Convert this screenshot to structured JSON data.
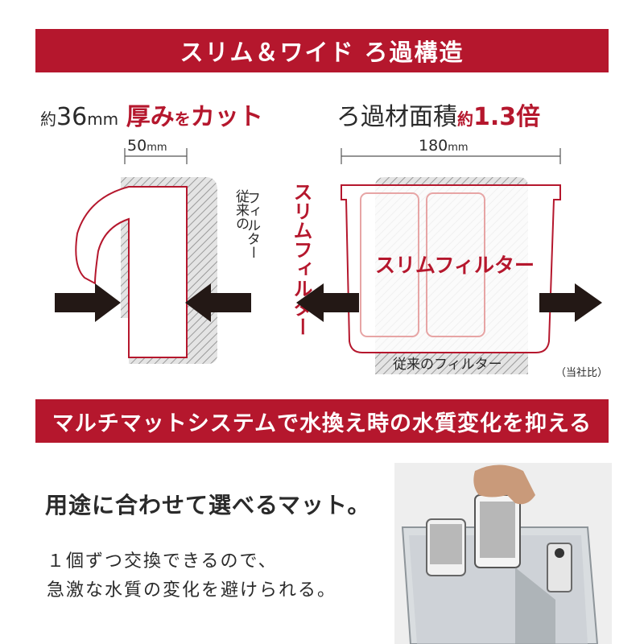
{
  "top_banner": "スリム＆ワイド ろ過構造",
  "left": {
    "prefix": "約",
    "number": "36",
    "unit": "mm",
    "emphasis_a": "厚み",
    "particle": "を",
    "emphasis_b": "カット",
    "dimension_value": "50",
    "dimension_unit": "mm",
    "slim_label": "スリムフィルター",
    "conventional_label_line1": "従来の",
    "conventional_label_line2": "フィルター"
  },
  "right": {
    "text": "ろ過材面積",
    "prefix": "約",
    "emphasis": "1.3倍",
    "dimension_value": "180",
    "dimension_unit": "mm",
    "slim_label": "スリムフィルター",
    "conventional_label": "従来のフィルター"
  },
  "note": "（当社比）",
  "middle_banner": "マルチマットシステムで水換え時の水質変化を抑える",
  "caption": {
    "title": "用途に合わせて選べるマット。",
    "line1": "１個ずつ交換できるので、",
    "line2": "急激な水質の変化を避けられる。"
  },
  "colors": {
    "accent": "#b5172d",
    "text": "#2a2a2a",
    "hatch": "#9a9a9a",
    "arrow": "#231815"
  }
}
